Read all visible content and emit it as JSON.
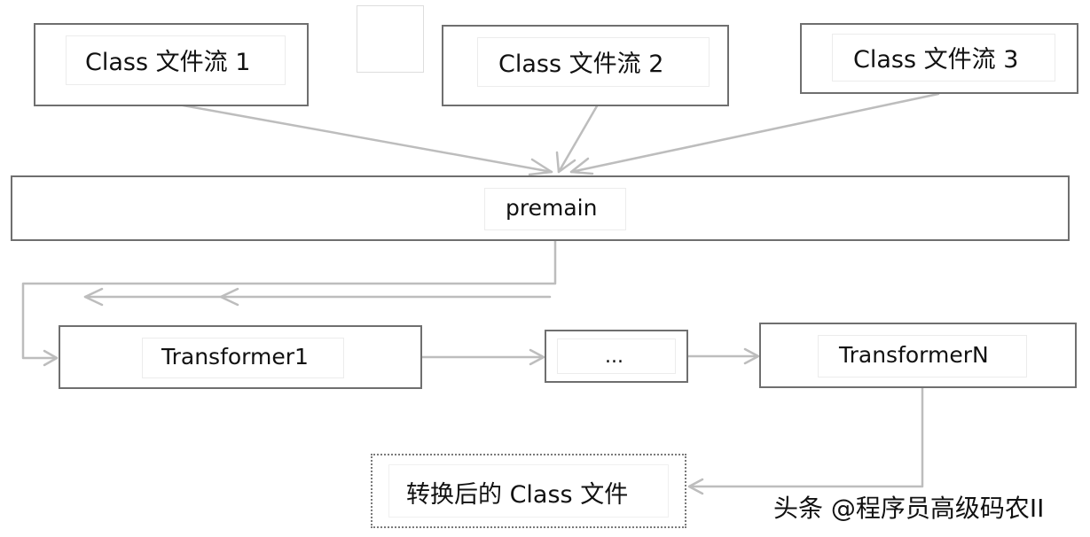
{
  "nodes": {
    "class_stream_1": "Class 文件流 1",
    "class_stream_2": "Class 文件流 2",
    "class_stream_3": "Class 文件流 3",
    "premain": "premain",
    "transformer_1": "Transformer1",
    "ellipsis": "...",
    "transformer_n": "TransformerN",
    "output": "转换后的 Class 文件"
  },
  "watermark": "头条 @程序员高级码农II",
  "colors": {
    "box_border": "#6f6f6f",
    "arrow": "#bdbdbd",
    "text": "#111111"
  }
}
